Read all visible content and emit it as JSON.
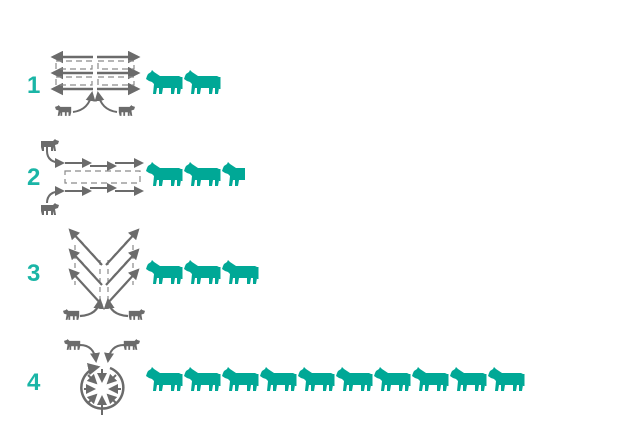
{
  "colors": {
    "accent": "#00a896",
    "number": "#1ab5a6",
    "diagram": "#6b6b6b",
    "dashed": "#8a8a8a",
    "background": "#ffffff"
  },
  "rows": [
    {
      "number": "1",
      "diagram": "parallel-bidirectional-strips",
      "small_cows": 2,
      "cow_count": 2
    },
    {
      "number": "2",
      "diagram": "parallel-unidirectional-strips",
      "small_cows": 2,
      "cow_count": 2.5
    },
    {
      "number": "3",
      "diagram": "herringbone-angled-strips",
      "small_cows": 2,
      "cow_count": 3
    },
    {
      "number": "4",
      "diagram": "rotary-circular-converging",
      "small_cows": 2,
      "cow_count": 10
    }
  ]
}
